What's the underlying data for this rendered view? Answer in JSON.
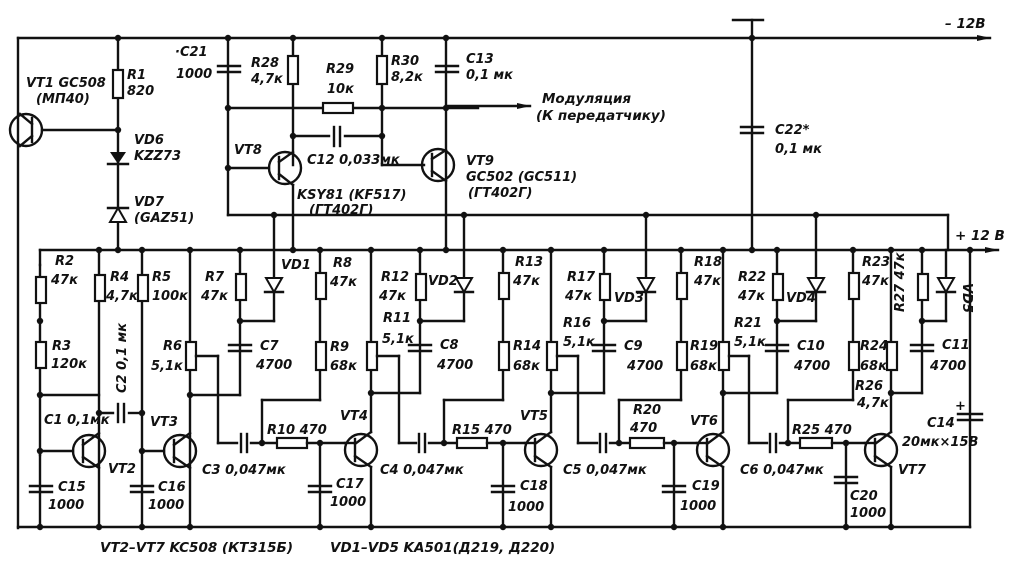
{
  "rails": {
    "negative": "– 12В",
    "positive": "+ 12 В"
  },
  "output": {
    "line1": "Модуляция",
    "line2": "(К передатчику)"
  },
  "components": {
    "VT1": {
      "ref": "VT1 GC508",
      "alt": "(МП40)"
    },
    "R1": {
      "ref": "R1",
      "value": "820"
    },
    "VD6": {
      "ref": "VD6",
      "value": "KZZ73"
    },
    "VD7": {
      "ref": "VD7",
      "value": "(GAZ51)"
    },
    "C21": {
      "ref": "·C21",
      "value": "1000"
    },
    "R28": {
      "ref": "R28",
      "value": "4,7к"
    },
    "R29": {
      "ref": "R29",
      "value": "10к"
    },
    "R30": {
      "ref": "R30",
      "value": "8,2к"
    },
    "C13": {
      "ref": "C13",
      "value": "0,1 мк"
    },
    "VT8": {
      "ref": "VT8",
      "value": "KSY81 (KF517)",
      "alt": "(ГТ402Г)"
    },
    "C12": {
      "ref": "C12",
      "value": "0,033мк"
    },
    "VT9": {
      "ref": "VT9",
      "value": "GC502 (GC511)",
      "alt": "(ГТ402Г)"
    },
    "C22": {
      "ref": "C22*",
      "value": "0,1 мк"
    },
    "R2": {
      "ref": "R2",
      "value": "47к"
    },
    "R3": {
      "ref": "R3",
      "value": "120к"
    },
    "R4": {
      "ref": "R4",
      "value": "4,7к"
    },
    "R5": {
      "ref": "R5",
      "value": "100к"
    },
    "C2": {
      "label": "C2 0,1 мк"
    },
    "R6": {
      "ref": "R6",
      "value": "5,1к"
    },
    "R7": {
      "ref": "R7",
      "value": "47к"
    },
    "VD1": {
      "ref": "VD1"
    },
    "C7": {
      "ref": "C7",
      "value": "4700"
    },
    "R8": {
      "ref": "R8",
      "value": "47к"
    },
    "R9": {
      "ref": "R9",
      "value": "68к"
    },
    "R11": {
      "ref": "R11",
      "value": "5,1к"
    },
    "R12": {
      "ref": "R12",
      "value": "47к"
    },
    "VD2": {
      "ref": "VD2"
    },
    "C8": {
      "ref": "C8",
      "value": "4700"
    },
    "R13": {
      "ref": "R13",
      "value": "47к"
    },
    "R14": {
      "ref": "R14",
      "value": "68к"
    },
    "R16": {
      "ref": "R16",
      "value": "5,1к"
    },
    "R17": {
      "ref": "R17",
      "value": "47к"
    },
    "VD3": {
      "ref": "VD3"
    },
    "C9": {
      "ref": "C9",
      "value": "4700"
    },
    "R18": {
      "ref": "R18",
      "value": "47к"
    },
    "R19": {
      "ref": "R19",
      "value": "68к"
    },
    "R21": {
      "ref": "R21",
      "value": "5,1к"
    },
    "R22": {
      "ref": "R22",
      "value": "47к"
    },
    "VD4": {
      "ref": "VD4"
    },
    "C10": {
      "ref": "C10",
      "value": "4700"
    },
    "R23": {
      "ref": "R23",
      "value": "47к"
    },
    "R24": {
      "ref": "R24",
      "value": "68к"
    },
    "R26": {
      "ref": "R26",
      "value": "4,7к"
    },
    "R27": {
      "label": "R27 47к"
    },
    "VD5": {
      "ref": "VD5"
    },
    "C11": {
      "ref": "C11",
      "value": "4700"
    },
    "C14": {
      "ref": "C14",
      "value": "20мк×15В"
    },
    "C1": {
      "label": "C1 0,1мк"
    },
    "VT2": {
      "ref": "VT2"
    },
    "VT3": {
      "ref": "VT3"
    },
    "C15": {
      "ref": "C15",
      "value": "1000"
    },
    "C16": {
      "ref": "C16",
      "value": "1000"
    },
    "C3": {
      "label": "C3 0,047мк"
    },
    "R10": {
      "label": "R10 470"
    },
    "VT4": {
      "ref": "VT4"
    },
    "C17": {
      "ref": "C17",
      "value": "1000"
    },
    "C4": {
      "label": "C4 0,047мк"
    },
    "R15": {
      "label": "R15 470"
    },
    "VT5": {
      "ref": "VT5"
    },
    "C18": {
      "ref": "C18",
      "value": "1000"
    },
    "C5": {
      "label": "C5 0,047мк"
    },
    "R20": {
      "ref": "R20",
      "value": "470"
    },
    "VT6": {
      "ref": "VT6"
    },
    "C19": {
      "ref": "C19",
      "value": "1000"
    },
    "C6": {
      "label": "C6 0,047мк"
    },
    "R25": {
      "label": "R25 470"
    },
    "VT7": {
      "ref": "VT7"
    },
    "C20": {
      "ref": "C20",
      "value": "1000"
    }
  },
  "notes": {
    "transistors": "VT2–VT7  KC508 (КТ315Б)",
    "diodes": "VD1–VD5   KA501(Д219, Д220)"
  }
}
